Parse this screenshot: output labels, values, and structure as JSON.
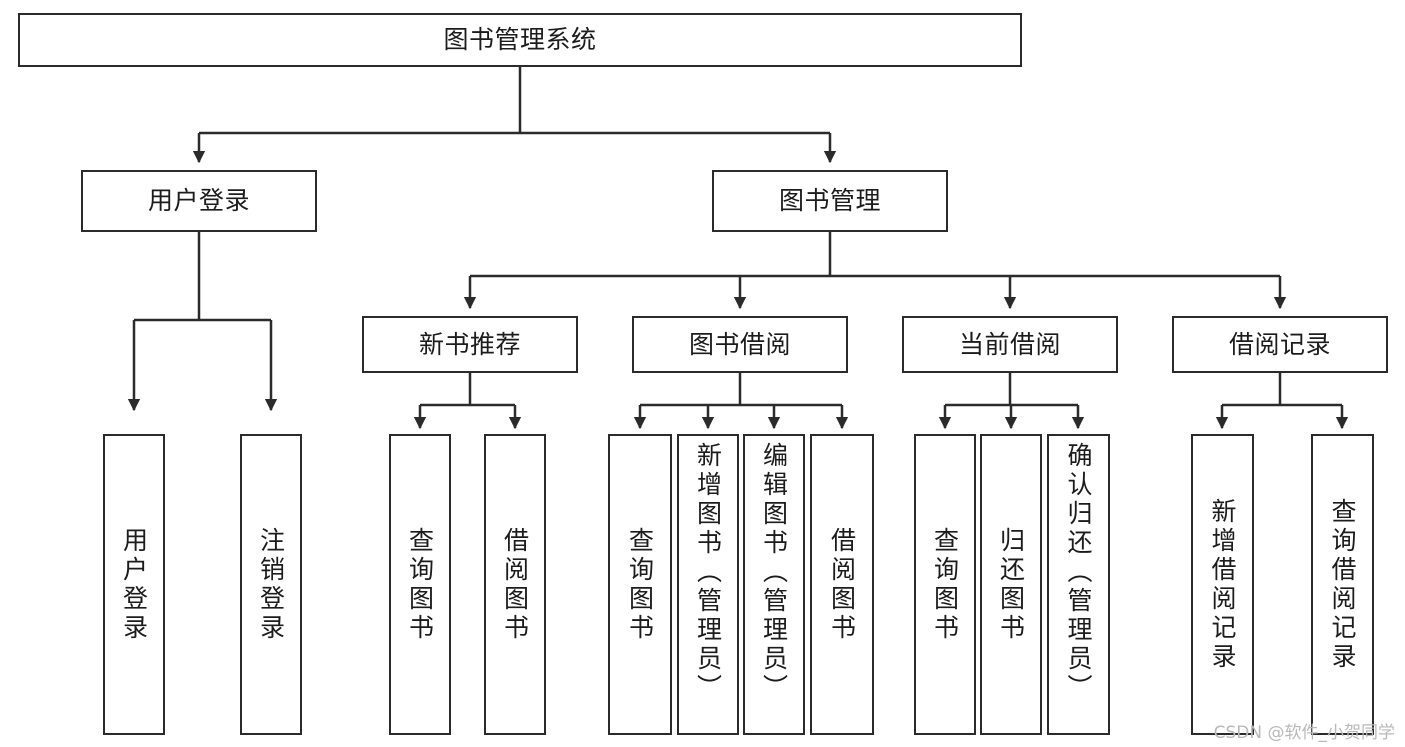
{
  "diagram": {
    "title": "图书管理系统",
    "type": "hierarchy-tree",
    "watermark": "CSDN @软件_小贺同学",
    "stroke_color": "#2b2b2b",
    "fill_color": "#ffffff",
    "text_color": "#1c1c1c",
    "root": {
      "label": "图书管理系统"
    },
    "level2": [
      {
        "label": "用户登录"
      },
      {
        "label": "图书管理"
      }
    ],
    "level3": [
      {
        "label": "新书推荐"
      },
      {
        "label": "图书借阅"
      },
      {
        "label": "当前借阅"
      },
      {
        "label": "借阅记录"
      }
    ],
    "leaves": {
      "user_login": [
        {
          "label": "用户登录"
        },
        {
          "label": "注销登录"
        }
      ],
      "new_book_rec": [
        {
          "label": "查询图书"
        },
        {
          "label": "借阅图书"
        }
      ],
      "book_borrow": [
        {
          "label": "查询图书"
        },
        {
          "label": "新增图书（管理员）"
        },
        {
          "label": "编辑图书（管理员）"
        },
        {
          "label": "借阅图书"
        }
      ],
      "current_borrow": [
        {
          "label": "查询图书"
        },
        {
          "label": "归还图书"
        },
        {
          "label": "确认归还（管理员）"
        }
      ],
      "borrow_record": [
        {
          "label": "新增借阅记录"
        },
        {
          "label": "查询借阅记录"
        }
      ]
    }
  }
}
